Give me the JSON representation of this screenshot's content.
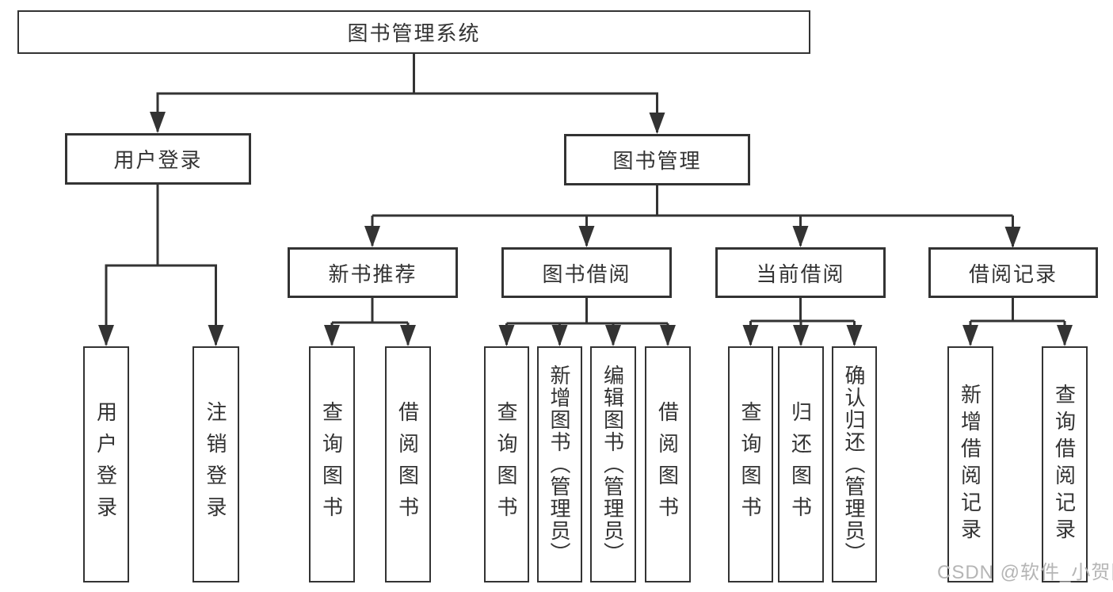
{
  "colors": {
    "line": "#333333",
    "box_border": "#333333",
    "text": "#333333",
    "watermark": "#b5b5b5",
    "background": "#ffffff"
  },
  "root": {
    "label": "图书管理系统"
  },
  "branches": [
    {
      "label": "用户登录",
      "leaves": [
        "用户登录",
        "注销登录"
      ]
    },
    {
      "label": "图书管理",
      "groups": [
        {
          "label": "新书推荐",
          "leaves": [
            "查询图书",
            "借阅图书"
          ]
        },
        {
          "label": "图书借阅",
          "leaves": [
            "查询图书",
            "新增图书（管理员）",
            "编辑图书（管理员）",
            "借阅图书"
          ]
        },
        {
          "label": "当前借阅",
          "leaves": [
            "查询图书",
            "归还图书",
            "确认归还（管理员）"
          ]
        },
        {
          "label": "借阅记录",
          "leaves": [
            "新增借阅记录",
            "查询借阅记录"
          ]
        }
      ]
    }
  ],
  "watermark": "CSDN @软件_小贺同学"
}
